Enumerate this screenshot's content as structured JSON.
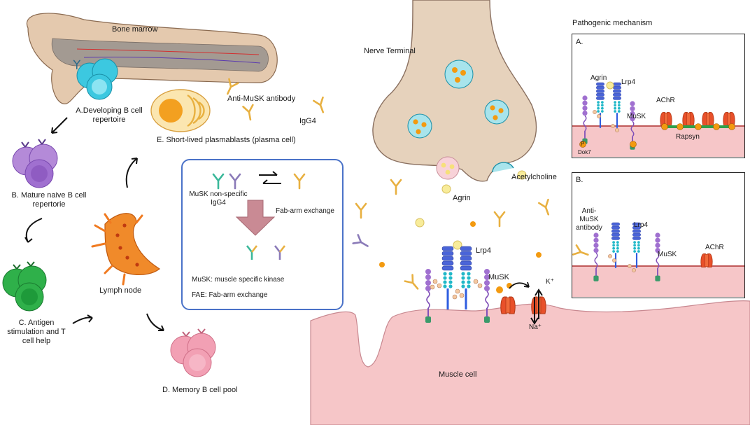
{
  "left": {
    "bone_marrow": "Bone marrow",
    "stage_a": [
      "A.Developing B cell",
      "repertoire"
    ],
    "stage_b": [
      "B. Mature naive B cell",
      "repertorie"
    ],
    "stage_c": [
      "C. Antigen",
      "stimulation and T",
      "cell help"
    ],
    "lymph_node": "Lymph node",
    "stage_d": "D. Memory B cell pool",
    "stage_e": "E. Short-lived plasmablasts (plasma cell)",
    "anti_musk": "Anti-MuSK antibody",
    "igg4": "IgG4"
  },
  "legend": {
    "nonspecific": [
      "MuSK non-specific",
      "IgG4"
    ],
    "fab_arm": "Fab-arm exchange",
    "def_musk": "MuSK:   muscle specific kinase",
    "def_fae": "FAE: Fab-arm exchange"
  },
  "junction": {
    "nerve_terminal": "Nerve Terminal",
    "agrin": "Agrin",
    "acetylcholine": "Acetylcholine",
    "lrp4": "Lrp4",
    "musk": "MuSK",
    "k": "K⁺",
    "na": "Na⁺",
    "muscle_cell": "Muscle cell"
  },
  "mechanism": {
    "title": "Pathogenic mechanism",
    "panel_a": {
      "letter": "A.",
      "agrin": "Agrin",
      "lrp4": "Lrp4",
      "achr": "AChR",
      "musk": "MuSK",
      "rapsyn": "Rapsyn",
      "dok7": "Dok7",
      "p": "P"
    },
    "panel_b": {
      "letter": "B.",
      "antibody": [
        "Anti-",
        "MuSK",
        "antibody"
      ],
      "lrp4": "Lrp4",
      "musk": "MuSK",
      "achr": "AChR"
    }
  },
  "colors": {
    "developing_cell": "#3cc8e0",
    "naive_cell": "#a070d0",
    "antigen_cell": "#2fb04a",
    "memory_cell": "#f2a0b4",
    "plasma_cell": "#f3a020",
    "lymph_node": "#f07a20",
    "muscle": "#f6c6c8",
    "nerve": "#e6d2bc",
    "legend_border": "#4a72c8",
    "receptor": "#e8502a"
  }
}
